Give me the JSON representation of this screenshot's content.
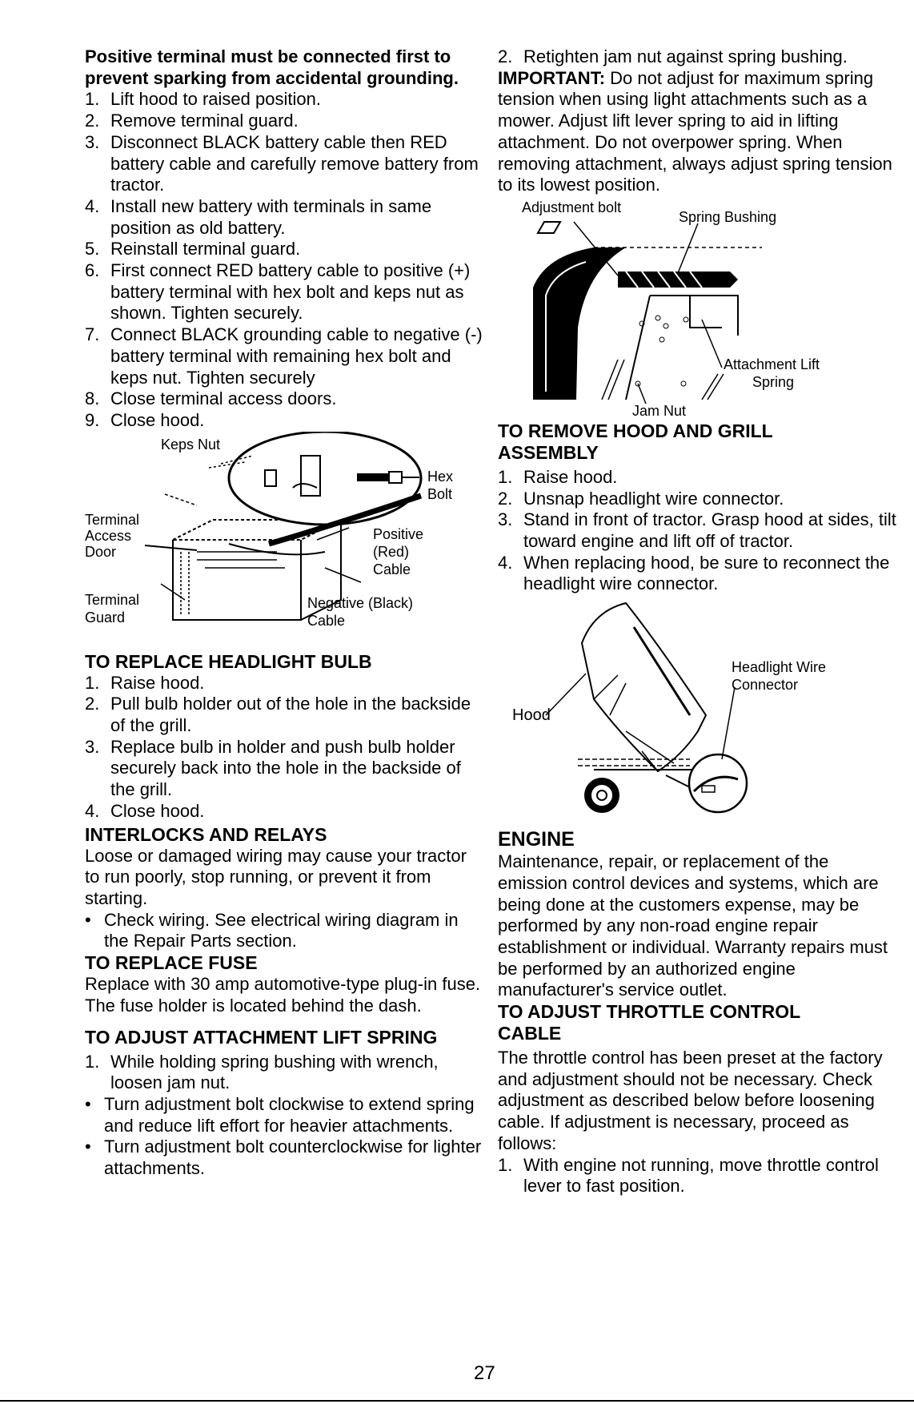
{
  "left": {
    "intro": "Positive terminal must be connected first to prevent sparking from accidental grounding.",
    "battery_steps": [
      {
        "num": "1.",
        "text": "Lift hood to raised position."
      },
      {
        "num": "2.",
        "text": "Remove terminal guard."
      },
      {
        "num": "3.",
        "text": "Disconnect BLACK battery cable then RED battery cable and carefully remove battery from tractor."
      },
      {
        "num": "4.",
        "text": "Install new battery with terminals in same position as old battery."
      },
      {
        "num": "5.",
        "text": "Reinstall terminal guard."
      },
      {
        "num": "6.",
        "text": "First connect RED battery cable to positive (+) battery terminal with hex bolt and keps nut as shown. Tighten securely."
      },
      {
        "num": "7.",
        "text": "Connect BLACK grounding cable to negative (-) battery terminal with remaining hex bolt and keps nut. Tighten securely"
      },
      {
        "num": "8.",
        "text": "Close terminal access doors."
      },
      {
        "num": "9.",
        "text": "Close hood."
      }
    ],
    "battery_figure": {
      "keps_nut": "Keps Nut",
      "hex": "Hex",
      "bolt": "Bolt",
      "terminal": "Terminal",
      "access": "Access",
      "door": "Door",
      "positive": "Positive",
      "red": "(Red)",
      "cable": "Cable",
      "terminal2": "Terminal",
      "guard": "Guard",
      "negative": "Negative (Black)",
      "cable2": "Cable"
    },
    "headlight_heading": "TO REPLACE HEADLIGHT BULB",
    "headlight_steps": [
      {
        "num": "1.",
        "text": "Raise hood."
      },
      {
        "num": "2.",
        "text": "Pull bulb holder out of the hole in the backside of the grill."
      },
      {
        "num": "3.",
        "text": "Replace bulb in holder and push bulb holder securely back into the hole in the backside of the grill."
      },
      {
        "num": "4.",
        "text": "Close hood."
      }
    ],
    "interlocks_heading": "INTERLOCKS AND RELAYS",
    "interlocks_text": "Loose or damaged wiring may cause your tractor to run poorly, stop running, or prevent it from starting.",
    "interlocks_bullet": "Check wiring. See electrical wiring diagram in the Repair Parts section.",
    "fuse_heading": "TO REPLACE FUSE",
    "fuse_text": "Replace with 30 amp automotive-type plug-in fuse. The fuse holder is located behind the dash.",
    "lift_heading": "TO ADJUST ATTACHMENT LIFT SPRING",
    "lift_step1_num": "1.",
    "lift_step1": "While holding spring bushing with wrench, loosen jam nut.",
    "lift_bullets": [
      "Turn adjustment bolt clockwise to extend spring and reduce lift effort for heavier attachments.",
      "Turn adjustment bolt counterclockwise for lighter attachments."
    ]
  },
  "right": {
    "step2_num": "2.",
    "step2": "Retighten jam nut against spring bushing.",
    "important_label": "IMPORTANT:",
    "important_text": "Do not adjust for maximum spring tension when using light attachments such as a mower. Adjust lift lever spring to aid in lifting attachment. Do not overpower spring. When removing attachment, always adjust spring tension to its lowest position.",
    "spring_figure": {
      "adjustment_bolt": "Adjustment bolt",
      "spring_bushing": "Spring Bushing",
      "attachment_lift": "Attachment Lift",
      "spring": "Spring",
      "jam_nut": "Jam Nut"
    },
    "hood_heading": "TO REMOVE HOOD AND GRILL ASSEMBLY",
    "hood_steps": [
      {
        "num": "1.",
        "text": "Raise hood."
      },
      {
        "num": "2.",
        "text": "Unsnap headlight wire connector."
      },
      {
        "num": "3.",
        "text": "Stand in front of tractor. Grasp hood at sides, tilt toward engine and lift off of tractor."
      },
      {
        "num": "4.",
        "text": "When replacing hood, be sure to reconnect the headlight wire connector."
      }
    ],
    "hood_figure": {
      "hood": "Hood",
      "headlight_wire": "Headlight Wire",
      "connector": "Connector"
    },
    "engine_heading": "ENGINE",
    "engine_text": "Maintenance, repair, or replacement of the emission control devices and systems, which are being done at the customers expense, may be performed by any non-road engine repair establishment or individual. Warranty repairs must be performed by an authorized engine manufacturer's service outlet.",
    "throttle_heading": "TO ADJUST THROTTLE CONTROL CABLE",
    "throttle_text": "The throttle control has been preset at the factory and adjustment should not be necessary. Check adjustment as described below before loosening cable. If adjustment is necessary, proceed as follows:",
    "throttle_step1_num": "1.",
    "throttle_step1": "With engine not running, move throttle control lever to fast position."
  },
  "page_number": "27"
}
